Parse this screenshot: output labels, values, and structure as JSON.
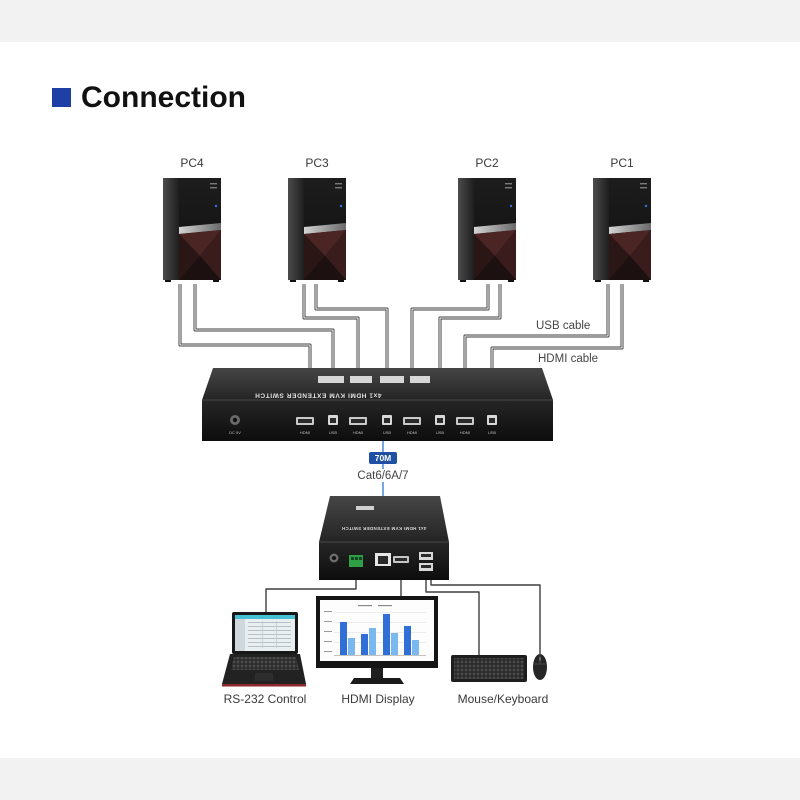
{
  "title": "Connection",
  "colors": {
    "title_bullet": "#1e3fa6",
    "badge": "#1f4fa3",
    "link_cable": "#3f7fd8"
  },
  "pcs": [
    {
      "label": "PC4"
    },
    {
      "label": "PC3"
    },
    {
      "label": "PC2"
    },
    {
      "label": "PC1"
    }
  ],
  "cable_labels": {
    "usb": "USB cable",
    "hdmi": "HDMI cable"
  },
  "switch": {
    "top_text": "4x1 HDMI KVM EXTENDER SWITCH",
    "port_labels": {
      "dc": "DC 5V",
      "hdmi": "HDMI",
      "usb": "USB"
    }
  },
  "link": {
    "distance": "70M",
    "cable_type": "Cat6/6A/7"
  },
  "receiver": {
    "top_text": "4x1 HDMI KVM EXTENDER SWITCH"
  },
  "devices": {
    "laptop": "RS-232 Control",
    "display": "HDMI Display",
    "input": "Mouse/Keyboard"
  }
}
